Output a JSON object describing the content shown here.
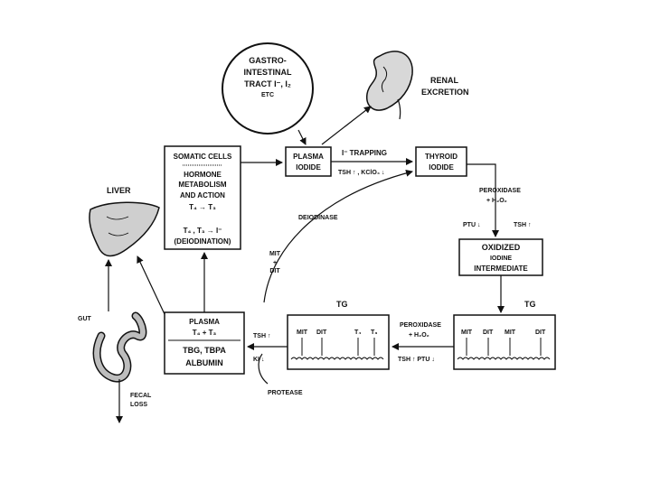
{
  "gi_tract": {
    "line1": "GASTRO-",
    "line2": "INTESTINAL",
    "line3": "TRACT I⁻, I₂",
    "line4": "ETC"
  },
  "renal": {
    "line1": "RENAL",
    "line2": "EXCRETION"
  },
  "plasma_iodide": {
    "line1": "PLASMA",
    "line2": "IODIDE"
  },
  "thyroid_iodide": {
    "line1": "THYROID",
    "line2": "IODIDE"
  },
  "trapping": {
    "label": "I⁻ TRAPPING",
    "regulators": "TSH ↑ , KClO₄ ↓"
  },
  "somatic": {
    "line1": "SOMATIC CELLS",
    "line2": "HORMONE",
    "line3": "METABOLISM",
    "line4": "AND ACTION",
    "line5": "T₄ → T₃",
    "line6": "T₄ , T₃ → I⁻",
    "line7": "(DEIODINATION)"
  },
  "liver": {
    "label": "LIVER"
  },
  "deiodinase": {
    "label": "DEIODINASE"
  },
  "peroxidase_top": {
    "line1": "PEROXIDASE",
    "line2": "+ H₂O₂"
  },
  "ptu_tsh_top": {
    "ptu": "PTU ↓",
    "tsh": "TSH ↑"
  },
  "oxidized": {
    "line1": "OXIDIZED",
    "line2": "IODINE",
    "line3": "INTERMEDIATE"
  },
  "mit_dit_side": {
    "line1": "MIT",
    "line2": "+",
    "line3": "DIT"
  },
  "tg_left": {
    "label": "TG",
    "mit": "MIT",
    "dit": "DIT",
    "t4": "T₄",
    "t3": "T₃"
  },
  "tg_right": {
    "label": "TG",
    "mit1": "MIT",
    "dit1": "DIT",
    "mit2": "MIT",
    "dit2": "DIT"
  },
  "peroxidase_bottom": {
    "line1": "PEROXIDASE",
    "line2": "+ H₂O₂",
    "regulators": "TSH ↑   PTU ↓"
  },
  "plasma_box": {
    "line1": "PLASMA",
    "line2": "T₄ + T₃",
    "line3": "TBG, TBPA",
    "line4": "ALBUMIN"
  },
  "tsh_ki": {
    "tsh": "TSH ↑",
    "ki": "KI ↓"
  },
  "protease": {
    "label": "PROTEASE"
  },
  "gut": {
    "label": "GUT"
  },
  "fecal": {
    "line1": "FECAL",
    "line2": "LOSS"
  }
}
